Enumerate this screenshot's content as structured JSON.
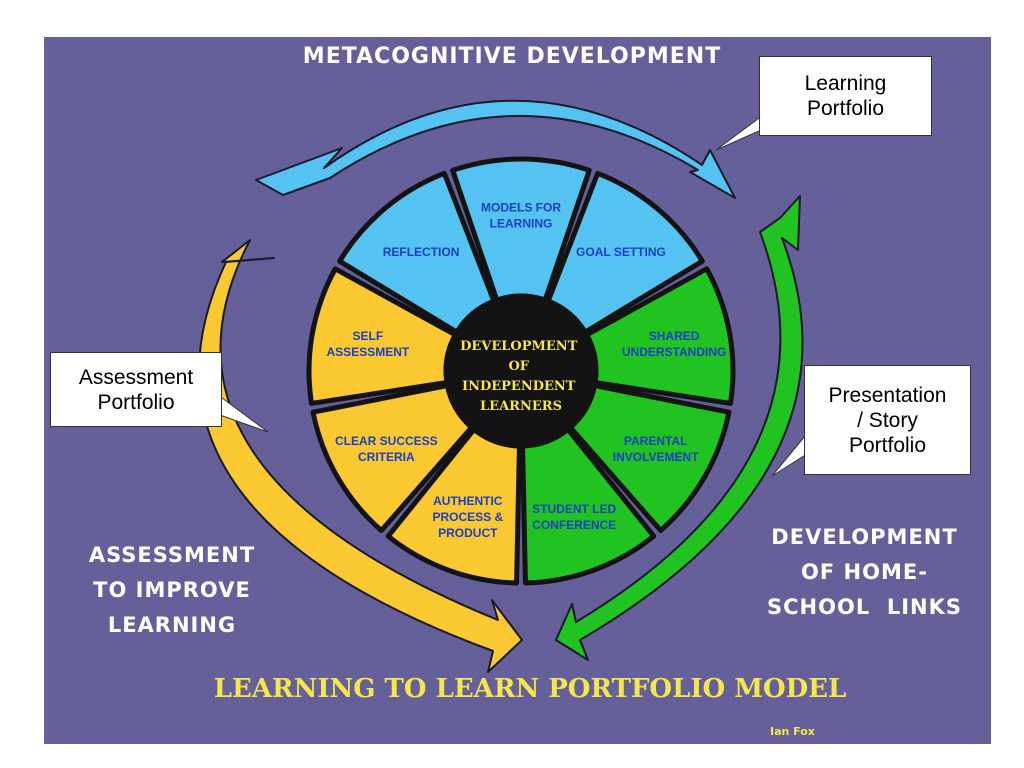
{
  "colors": {
    "background": "#65609a",
    "blue": "#54c3f1",
    "yellow": "#fac830",
    "green": "#21c321",
    "center": "#131313",
    "segment_text": "#1d3fc4",
    "center_text": "#f5e64a",
    "title_text": "#f5e64a"
  },
  "titles": {
    "top_arc": "METACOGNITIVE DEVELOPMENT",
    "left_arc": [
      "ASSESSMENT",
      "TO IMPROVE",
      "LEARNING"
    ],
    "right_arc": [
      "DEVELOPMENT",
      "OF HOME-",
      "SCHOOL  LINKS"
    ],
    "main": "LEARNING TO LEARN PORTFOLIO MODEL",
    "credit": "Ian Fox"
  },
  "center": {
    "lines": [
      "DEVELOPMENT",
      "OF",
      "INDEPENDENT",
      "LEARNERS"
    ]
  },
  "segments": [
    {
      "id": "models-for-learning",
      "color": "blue",
      "lines": [
        "MODELS FOR",
        "LEARNING"
      ]
    },
    {
      "id": "goal-setting",
      "color": "blue",
      "lines": [
        "GOAL SETTING"
      ]
    },
    {
      "id": "shared-understanding",
      "color": "green",
      "lines": [
        "SHARED",
        "UNDERSTANDING"
      ]
    },
    {
      "id": "parental-involvement",
      "color": "green",
      "lines": [
        "PARENTAL",
        "INVOLVEMENT"
      ]
    },
    {
      "id": "student-led-conference",
      "color": "green",
      "lines": [
        "STUDENT LED",
        "CONFERENCE"
      ]
    },
    {
      "id": "authentic-process-product",
      "color": "yellow",
      "lines": [
        "AUTHENTIC",
        "PROCESS &",
        "PRODUCT"
      ]
    },
    {
      "id": "clear-success-criteria",
      "color": "yellow",
      "lines": [
        "CLEAR SUCCESS",
        "CRITERIA"
      ]
    },
    {
      "id": "self-assessment",
      "color": "yellow",
      "lines": [
        "SELF",
        "ASSESSMENT"
      ]
    },
    {
      "id": "reflection",
      "color": "blue",
      "lines": [
        "REFLECTION"
      ]
    }
  ],
  "callouts": {
    "learning": [
      "Learning",
      "Portfolio"
    ],
    "assessment": [
      "Assessment",
      "Portfolio"
    ],
    "presentation": [
      "Presentation",
      "/ Story",
      "Portfolio"
    ]
  }
}
